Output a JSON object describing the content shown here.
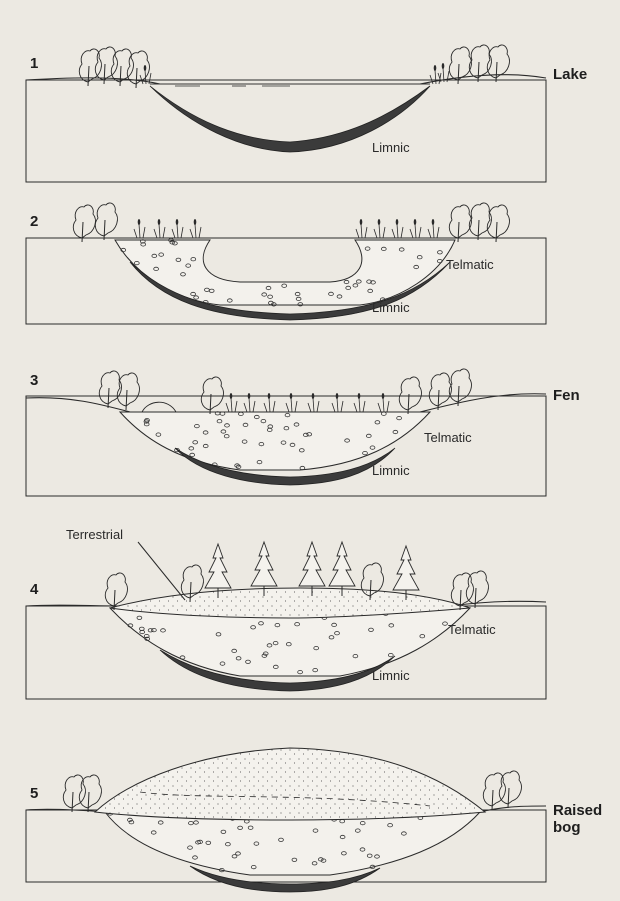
{
  "stages": [
    {
      "number": "1",
      "name": "Lake",
      "layers": [
        "Limnic"
      ]
    },
    {
      "number": "2",
      "name": "",
      "layers": [
        "Telmatic",
        "Limnic"
      ]
    },
    {
      "number": "3",
      "name": "Fen",
      "layers": [
        "Telmatic",
        "Limnic"
      ]
    },
    {
      "number": "4",
      "name": "",
      "layers": [
        "Terrestrial",
        "Telmatic",
        "Limnic"
      ]
    },
    {
      "number": "5",
      "name": "Raised bog",
      "layers": []
    }
  ],
  "labels": {
    "s1_num": "1",
    "s1_name": "Lake",
    "s1_limnic": "Limnic",
    "s2_num": "2",
    "s2_telmatic": "Telmatic",
    "s2_limnic": "Limnic",
    "s3_num": "3",
    "s3_name": "Fen",
    "s3_telmatic": "Telmatic",
    "s3_limnic": "Limnic",
    "s4_num": "4",
    "s4_terrestrial": "Terrestrial",
    "s4_telmatic": "Telmatic",
    "s4_limnic": "Limnic",
    "s5_num": "5",
    "s5_name_line1": "Raised",
    "s5_name_line2": "bog"
  },
  "colors": {
    "background": "#ece9e2",
    "ink": "#2a2a2a",
    "limnic_fill": "#3b3b3b"
  }
}
